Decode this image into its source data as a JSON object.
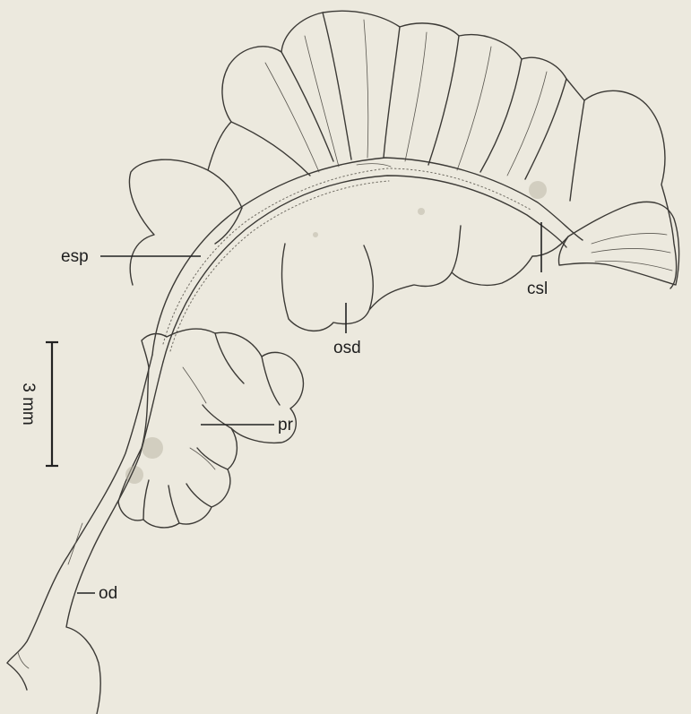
{
  "labels": {
    "esp": "esp",
    "csl": "csl",
    "osd": "osd",
    "pr": "pr",
    "od": "od"
  },
  "scale": {
    "text": "3 mm"
  },
  "colors": {
    "background": "#ece9de",
    "ink": "#3c3a36"
  }
}
